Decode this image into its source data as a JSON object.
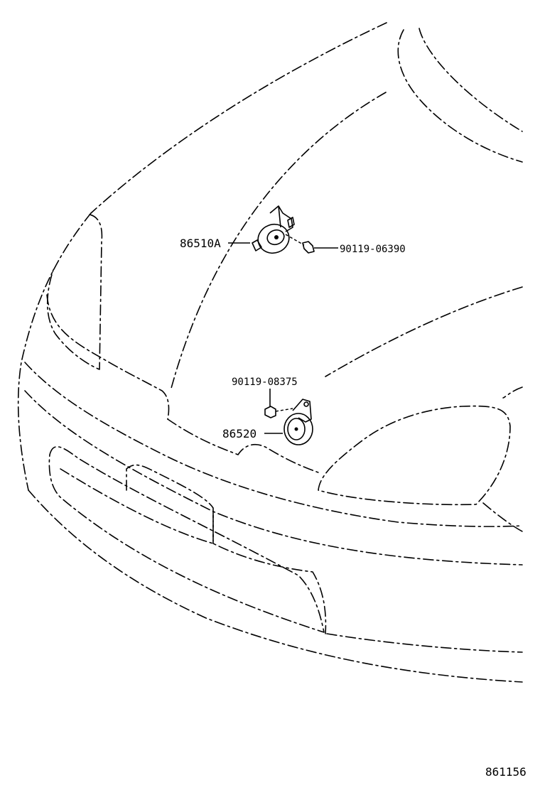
{
  "diagram": {
    "parts": {
      "horn_high": "86510A",
      "bolt_high": "90119-06390",
      "bolt_low": "90119-08375",
      "horn_low": "86520"
    },
    "illustration_number": "861156"
  }
}
